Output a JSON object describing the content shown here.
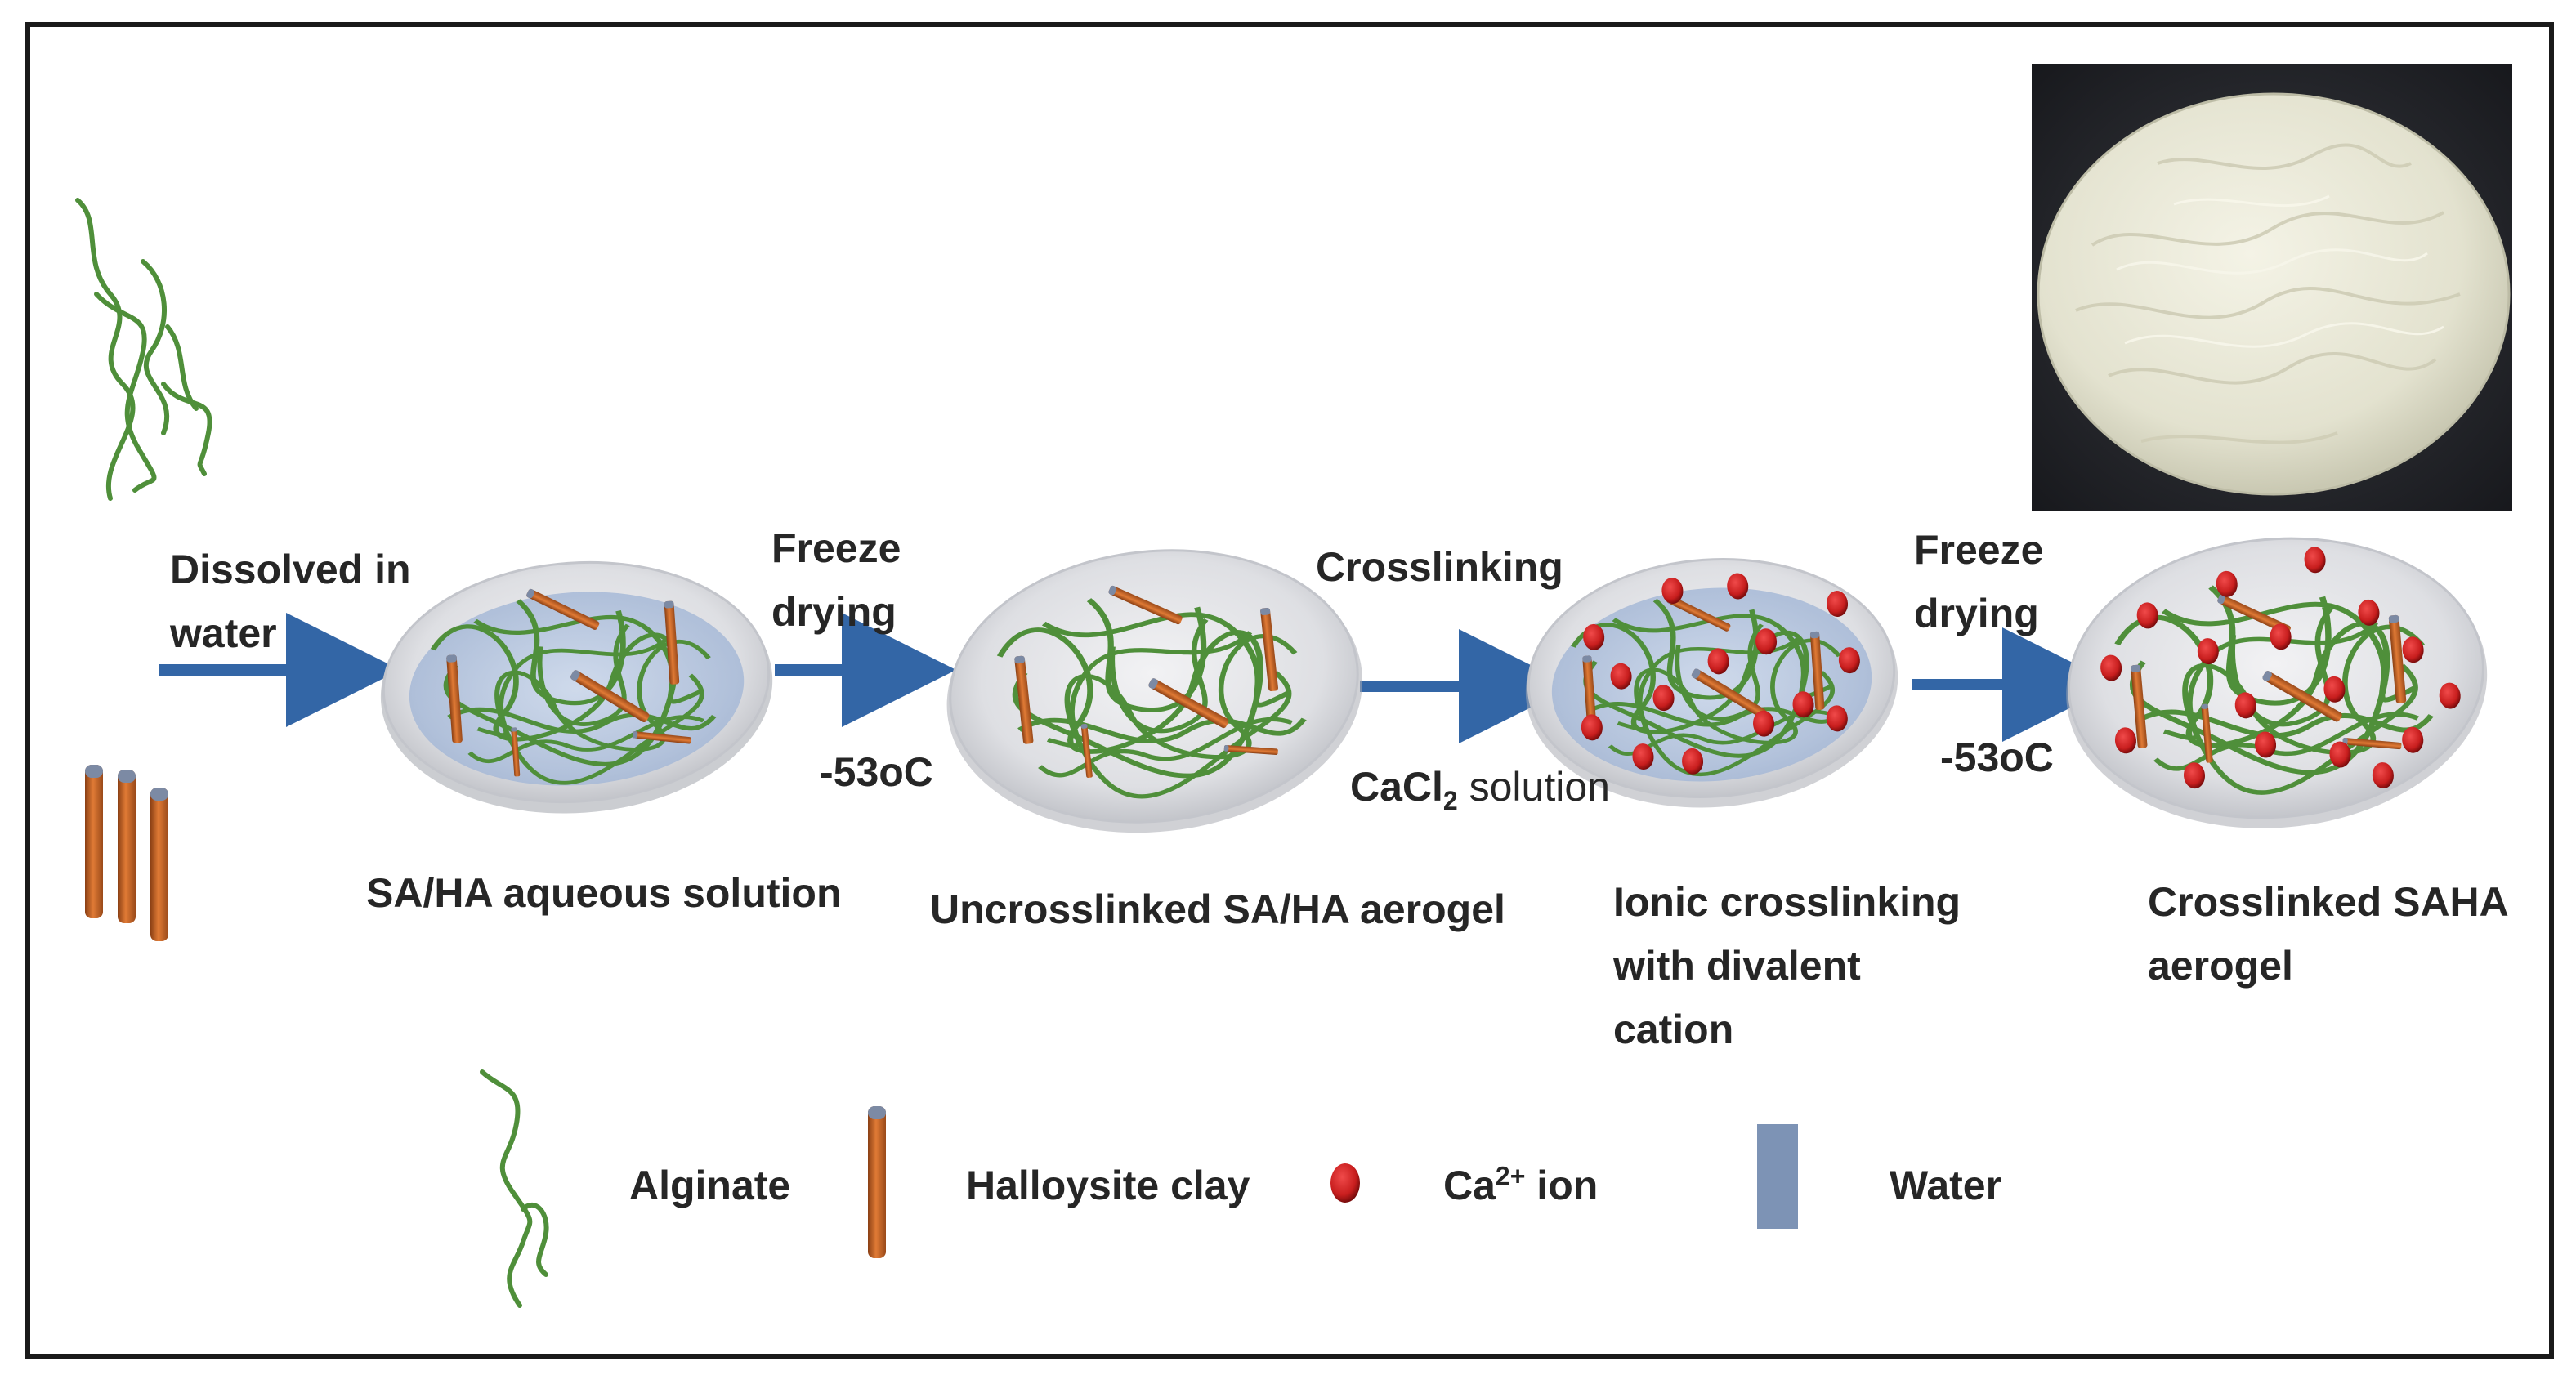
{
  "steps": [
    {
      "label": "Dissolved in",
      "label2": "water"
    },
    {
      "label": "Freeze",
      "label2": "drying",
      "temperature": "-53oC"
    },
    {
      "label": "Crosslinking",
      "solution_pre": "CaCl",
      "solution_sub": "2",
      "solution_post": " solution"
    },
    {
      "label": "Freeze",
      "label2": "drying",
      "temperature": "-53oC"
    }
  ],
  "stages": [
    {
      "caption": "SA/HA aqueous solution"
    },
    {
      "caption": "Uncrosslinked SA/HA aerogel"
    },
    {
      "caption_lines": [
        "Ionic crosslinking",
        "with divalent",
        "cation"
      ]
    },
    {
      "caption_lines": [
        "Crosslinked SAHA",
        "aerogel"
      ]
    }
  ],
  "legend": [
    {
      "icon": "alginate-chain-icon",
      "label": "Alginate"
    },
    {
      "icon": "halloysite-tube-icon",
      "label": "Halloysite clay"
    },
    {
      "icon": "calcium-ion-icon",
      "label_pre": "Ca",
      "label_sup": "2+",
      "label_post": " ion"
    },
    {
      "icon": "water-bar-icon",
      "label": "Water"
    }
  ],
  "colors": {
    "alginate": "#4f8f3a",
    "halloysite": "#c8672a",
    "calcium": "#c81e1e",
    "water": "#7d93b5",
    "arrow": "#3366a6"
  }
}
